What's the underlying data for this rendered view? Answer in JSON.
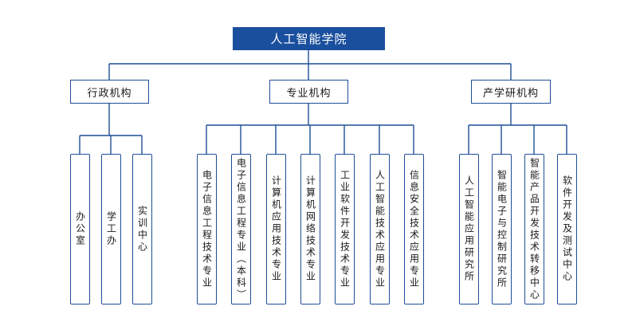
{
  "title": "人工智能学院",
  "categories": [
    {
      "label": "行政机构",
      "children": [
        "办公室",
        "学工办",
        "实训中心"
      ]
    },
    {
      "label": "专业机构",
      "children": [
        "电子信息工程技术专业",
        "电子信息工程专业（本科）",
        "计算机应用技术专业",
        "计算机网络技术专业",
        "工业软件开发技术专业",
        "人工智能技术应用专业",
        "信息安全技术应用专业"
      ]
    },
    {
      "label": "产学研机构",
      "children": [
        "人工智能应用研究所",
        "智能电子与控制研究所",
        "智能产品开发技术转移中心",
        "软件开发及测试中心"
      ]
    }
  ],
  "colors": {
    "accent": "#1a4f9e",
    "line": "#1f4e96"
  }
}
